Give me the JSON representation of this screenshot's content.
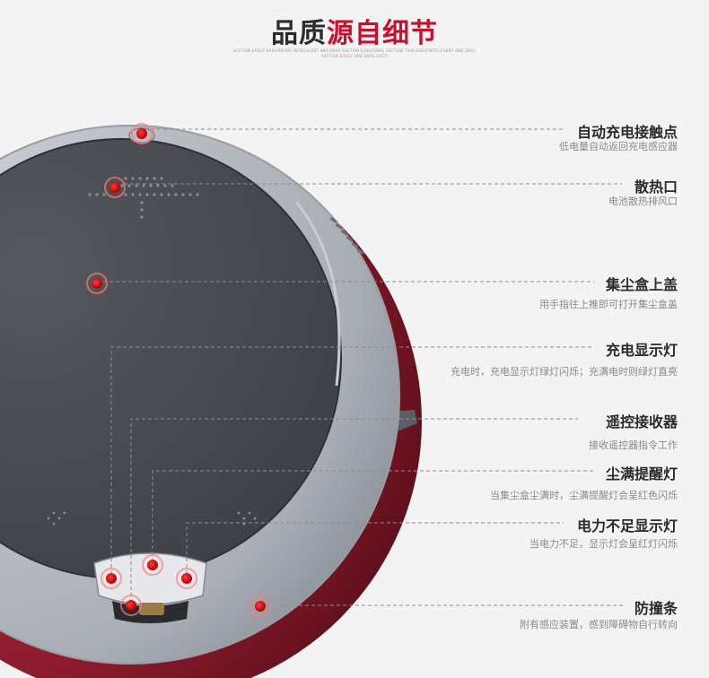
{
  "header": {
    "title_part1": "品质",
    "title_part2": "源自细节",
    "subtitle": "SUCTION EASILY EASILYDOING INTELLIGENT AND DRAG SUCTION EASILYDRAG SUCTION TION EASILYINTELLIGENT AND DRAG SUCTION EASILY AND DRAG SUCTI"
  },
  "colors": {
    "accent_red": "#c8102e",
    "body_silver": "#b4b7bd",
    "lid_dark": "#45484d",
    "bumper_red": "#8a1b2c"
  },
  "features": [
    {
      "label": "自动充电接触点",
      "desc": "低电量自动返回充电感应器"
    },
    {
      "label": "散热口",
      "desc": "电池散热排风口"
    },
    {
      "label": "集尘盒上盖",
      "desc": "用手指往上推即可打开集尘盒盖"
    },
    {
      "label": "充电显示灯",
      "desc": "充电时，充电显示灯绿灯闪烁；充满电时则绿灯直亮"
    },
    {
      "label": "遥控接收器",
      "desc": "接收遥控器指令工作"
    },
    {
      "label": "尘满提醒灯",
      "desc": "当集尘盒尘满时，尘满提醒灯会呈红色闪烁"
    },
    {
      "label": "电力不足显示灯",
      "desc": "当电力不足，显示灯会呈红灯闪烁"
    },
    {
      "label": "防撞条",
      "desc": "附有感应装置，感到障碍物自行转向"
    }
  ]
}
